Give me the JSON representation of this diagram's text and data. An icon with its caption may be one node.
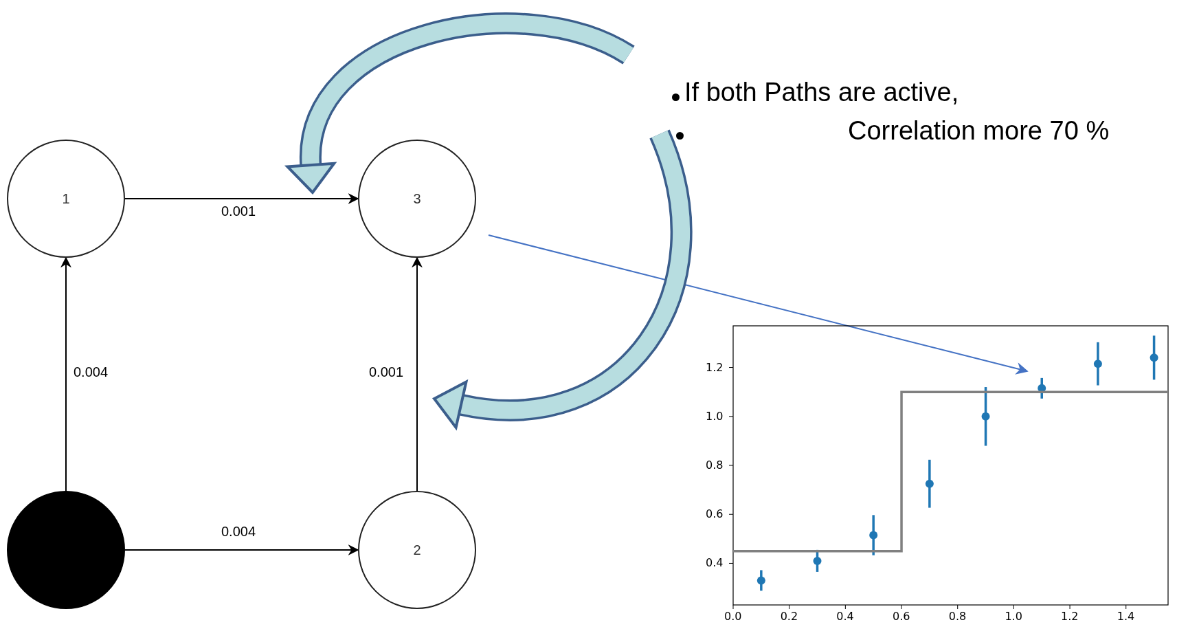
{
  "diagram": {
    "nodes": [
      {
        "text": [],
        "shape": "circle"
      },
      {
        "text": [
          "1"
        ]
      },
      {
        "text": [
          "3"
        ]
      },
      {
        "text": [
          "2"
        ]
      },
      {
        "text": [
          "If both Paths are active,",
          "Correlation more 70 %"
        ]
      }
    ],
    "edges": [
      {
        "from": 0,
        "to": 1,
        "arrow": "to",
        "label": "0.004"
      },
      {
        "from": 1,
        "to": 2,
        "arrow": "to",
        "label": "0.001"
      },
      {
        "from": 0,
        "to": 3,
        "arrow": "to",
        "label": "0.004"
      },
      {
        "from": 3,
        "to": 2,
        "arrow": "to",
        "label": "0.001"
      },
      {
        "from": 2,
        "to": null,
        "arrow": "to",
        "color": "#4472c4"
      },
      {
        "from": 4,
        "to": null,
        "arrow": "to",
        "style": "thick",
        "color": "#3b5e8c"
      },
      {
        "from": 4,
        "to": null,
        "arrow": "to",
        "style": "thick",
        "color": "#3b5e8c"
      }
    ],
    "chart_data": {
      "type": "scatter",
      "x": [
        0.0,
        0.1,
        0.3,
        0.5,
        0.6,
        0.6,
        0.7,
        0.9,
        1.1,
        1.3,
        1.5,
        1.55
      ],
      "series": [
        {
          "name": null,
          "color": "#1f77b4",
          "values": [
            null,
            0.33,
            0.41,
            0.515,
            null,
            null,
            0.725,
            1.0,
            1.115,
            1.215,
            1.24,
            null
          ],
          "errors": [
            null,
            0.042,
            0.045,
            0.082,
            null,
            null,
            0.098,
            0.12,
            0.042,
            0.088,
            0.09,
            null
          ]
        },
        {
          "name": null,
          "type": "line",
          "color": "#808080",
          "values": [
            0.45,
            0.45,
            0.45,
            0.45,
            0.45,
            1.1,
            1.1,
            1.1,
            1.1,
            1.1,
            1.1,
            1.1
          ]
        }
      ],
      "xlim": [
        0.0,
        1.55
      ],
      "ylim": [
        0.23,
        1.37
      ],
      "xticks": [
        {
          "value": 0.0,
          "label": "0.0"
        },
        {
          "value": 0.2,
          "label": "0.2"
        },
        {
          "value": 0.4,
          "label": "0.4"
        },
        {
          "value": 0.6,
          "label": "0.6"
        },
        {
          "value": 0.8,
          "label": "0.8"
        },
        {
          "value": 1.0,
          "label": "1.0"
        },
        {
          "value": 1.2,
          "label": "1.2"
        },
        {
          "value": 1.4,
          "label": "1.4"
        }
      ],
      "yticks": [
        {
          "value": 0.4,
          "label": "0.4"
        },
        {
          "value": 0.6,
          "label": "0.6"
        },
        {
          "value": 0.8,
          "label": "0.8"
        },
        {
          "value": 1.0,
          "label": "1.0"
        },
        {
          "value": 1.2,
          "label": "1.2"
        }
      ]
    }
  }
}
